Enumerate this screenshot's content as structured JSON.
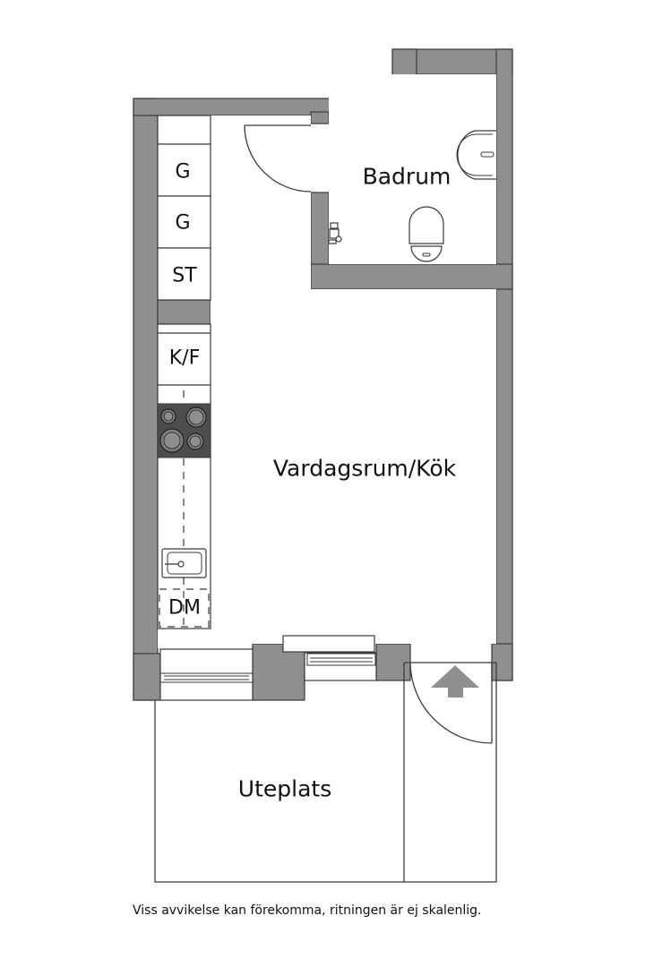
{
  "rooms": {
    "bathroom": "Badrum",
    "living_kitchen": "Vardagsrum/Kök",
    "patio": "Uteplats"
  },
  "kitchen_units": {
    "cabinet_1": "G",
    "cabinet_2": "G",
    "cabinet_3": "ST",
    "fridge_freezer": "K/F",
    "dishwasher": "DM"
  },
  "fixtures": [
    "bathroom-sink",
    "toilet",
    "shower-mixer",
    "stove-4-burner",
    "kitchen-sink",
    "entrance-arrow"
  ],
  "colors": {
    "wall": "#8e9090",
    "stove": "#4d4d4d",
    "line": "#3a3a3a",
    "arrow": "#8e9090"
  },
  "disclaimer": "Viss avvikelse kan förekomma, ritningen är ej skalenlig."
}
